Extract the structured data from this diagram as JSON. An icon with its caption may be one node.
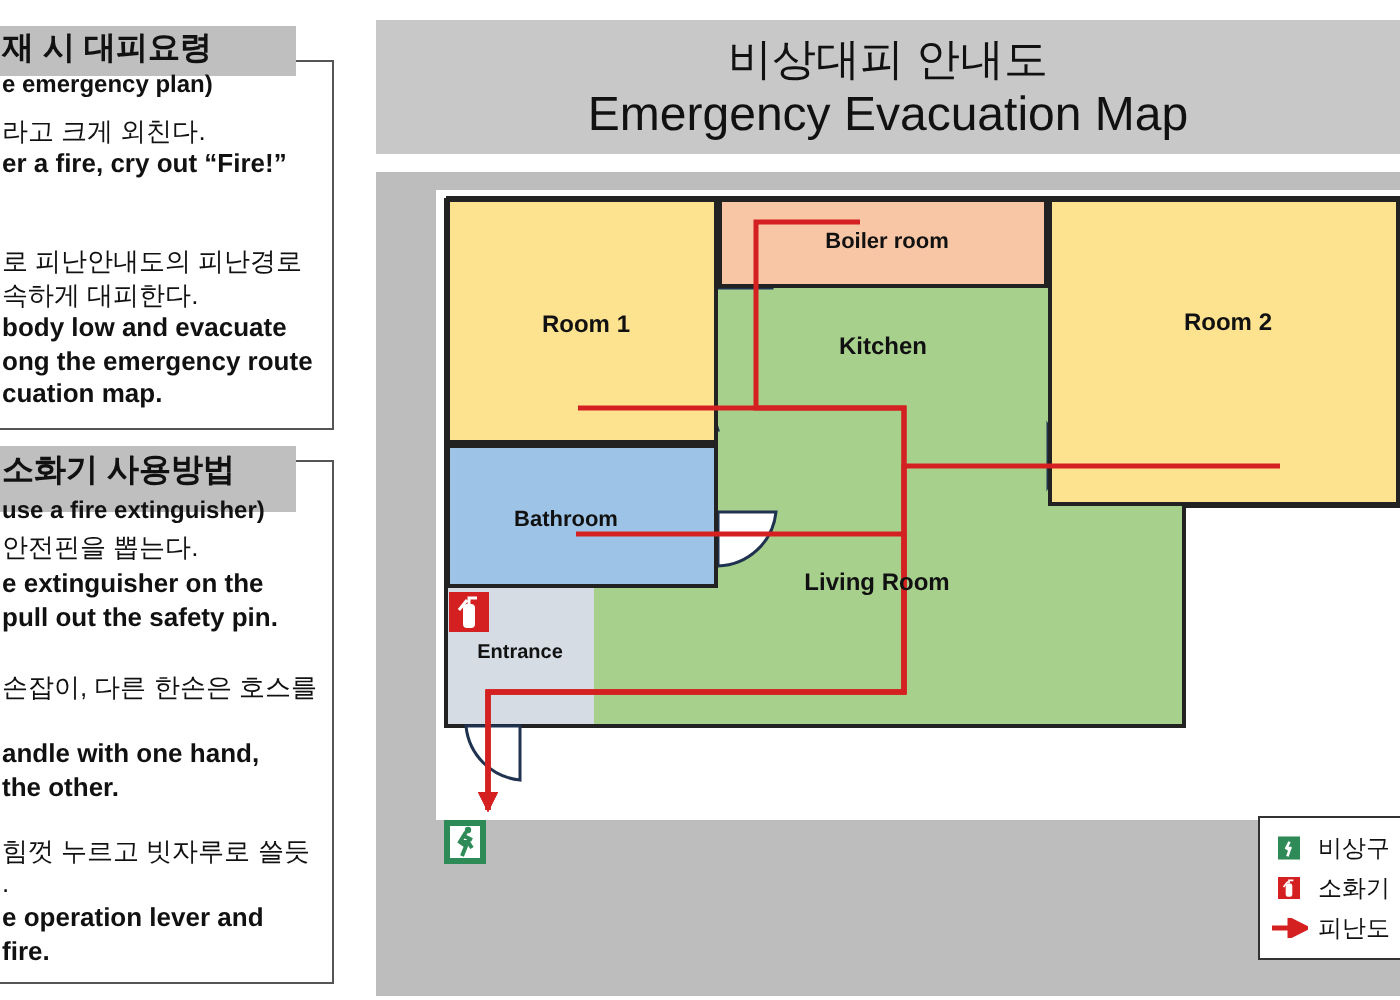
{
  "diagram": {
    "nodes": [
      {
        "text": [
          "재 시 대피요령",
          "e emergency plan)",
          "라고 크게 외친다.",
          "er a fire, cry out “Fire!”",
          "로 피난안내도의 피난경로",
          "속하게 대피한다.",
          "body low and evacuate",
          "ong the emergency route",
          "cuation map."
        ]
      },
      {
        "text": [
          "소화기 사용방법",
          "use a fire extinguisher)",
          "안전핀을 뽑는다.",
          "e extinguisher on the",
          "pull out the safety pin.",
          "손잡이, 다른 한손은 호스를",
          "andle with one hand,",
          "the other.",
          "힘껏 누르고 빗자루로 쓸듯",
          ".",
          "e operation lever and",
          "fire."
        ]
      },
      {
        "text": [
          "비상대피 안내도",
          "Emergency Evacuation Map"
        ]
      },
      {
        "text": [
          "Room 1"
        ]
      },
      {
        "text": [
          "Boiler room"
        ]
      },
      {
        "text": [
          "Room 2"
        ]
      },
      {
        "text": [
          "Bathroom"
        ]
      },
      {
        "text": [],
        "shape": "picture"
      }
    ],
    "edges": [
      {
        "from": 3,
        "to": 7,
        "arrow": "to"
      },
      {
        "from": 4,
        "to": 7,
        "arrow": "to"
      },
      {
        "from": 5,
        "to": 7,
        "arrow": "to"
      },
      {
        "from": 6,
        "to": 7,
        "arrow": "to"
      }
    ],
    "labels": [
      "Kitchen",
      "Living Room",
      "Entrance"
    ],
    "legend": [
      {
        "text": "비상구"
      },
      {
        "text": "소화기"
      },
      {
        "text": "피난도"
      }
    ]
  }
}
